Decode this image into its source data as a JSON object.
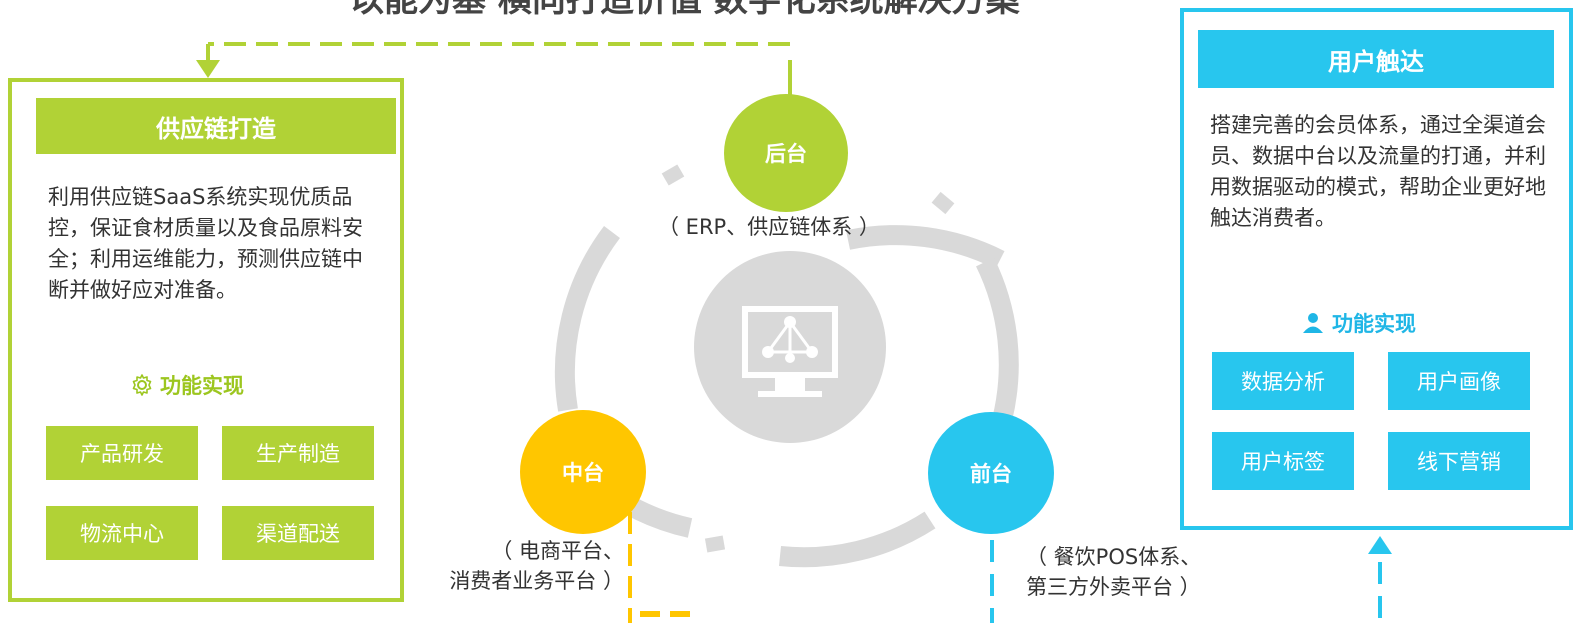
{
  "top_title": "以能为基 横向打造价值 数字化系统解决方案",
  "colors": {
    "green": "#b1d236",
    "blue": "#28c6ee",
    "yellow": "#ffc600",
    "gray": "#d9d9d9"
  },
  "left_panel": {
    "title": "供应链打造",
    "description": "利用供应链SaaS系统实现优质品控，保证食材质量以及食品原料安全；利用运维能力，预测供应链中断并做好应对准备。",
    "function_title": "功能实现",
    "function_icon": "gear-icon",
    "functions": [
      "产品研发",
      "生产制造",
      "物流中心",
      "渠道配送"
    ]
  },
  "right_panel": {
    "title": "用户触达",
    "description": "搭建完善的会员体系，通过全渠道会员、数据中台以及流量的打通，并利用数据驱动的模式，帮助企业更好地触达消费者。",
    "function_title": "功能实现",
    "function_icon": "user-icon",
    "functions": [
      "数据分析",
      "用户画像",
      "用户标签",
      "线下营销"
    ]
  },
  "nodes": {
    "back": {
      "label": "后台",
      "caption": "（ ERP、供应链体系 ）"
    },
    "middle": {
      "label": "中台",
      "caption_line1": "（ 电商平台、",
      "caption_line2": "消费者业务平台 ）"
    },
    "front": {
      "label": "前台",
      "caption_line1": "（ 餐饮POS体系、",
      "caption_line2": "第三方外卖平台 ）"
    }
  },
  "center_icon": "monitor-network-icon"
}
